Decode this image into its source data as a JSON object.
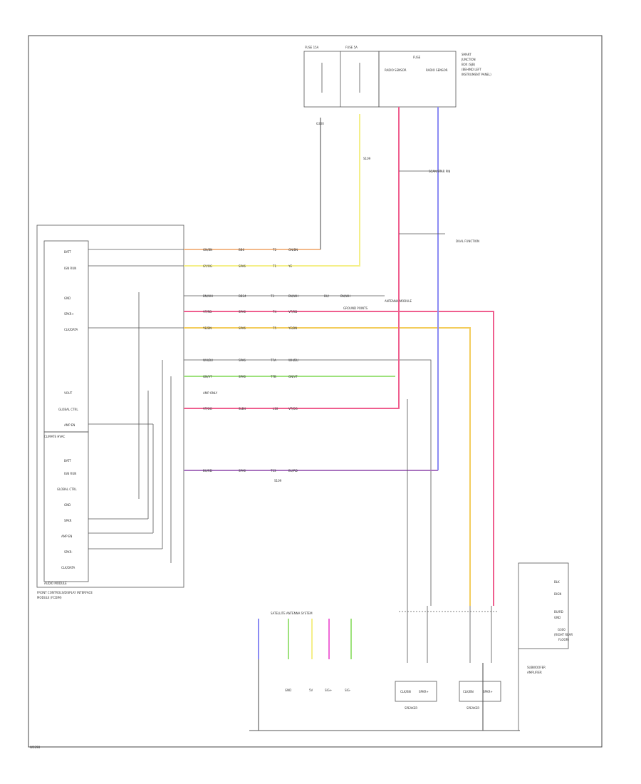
{
  "diagram": {
    "footer_code": "W0298",
    "top_module": {
      "fuse_a": "FUSE 15A",
      "fuse_b": "FUSE 5A",
      "header": "FUSE",
      "relay_a": "RADIO SENSOR",
      "relay_b": "RADIO SENSOR",
      "side_note": [
        "SMART",
        "JUNCTION",
        "BOX (SJB)",
        "(BEHIND LEFT",
        "INSTRUMENT PANEL)"
      ]
    },
    "left_module": {
      "upper_pins": [
        "BATT",
        "IGN RUN",
        "GND",
        "SPKR+",
        "CLK/DATA",
        "VOUT",
        "GLOBAL CTRL",
        "AMP EN"
      ],
      "upper_label": "CLIMATE HVAC",
      "lower_pins": [
        "BATT",
        "IGN RUN",
        "GLOBAL CTRL",
        "GND",
        "SPKR",
        "AMP EN",
        "SPKR-",
        "CLK/DATA"
      ],
      "lower_label": "AUDIO MODULE",
      "bottom_caption": [
        "FRONT CONTROLS/DISPLAY INTERFACE",
        "MODULE (FCDIM)"
      ]
    },
    "wire_labels": {
      "r1": [
        "GN/BN",
        "BB6",
        "T2",
        "GN/BN"
      ],
      "r2": [
        "GY/OG",
        "SPA6",
        "T1",
        "YE"
      ],
      "r3": [
        "BN/WH",
        "BB24",
        "T3",
        "BN/WH",
        "BU/",
        "BN/WH"
      ],
      "r4": [
        "VT/RD",
        "SPA6",
        "T4",
        "VT/RD"
      ],
      "r5": [
        "YE/BN",
        "SPA6",
        "T5",
        "YE/BN"
      ],
      "r6": [
        "WH/BU",
        "SPA6",
        "T7A",
        "WH/BU"
      ],
      "r7": [
        "GN/VT",
        "SPA6",
        "T7B",
        "GN/VT"
      ],
      "r8": [
        "VT/OG",
        "SLB4",
        "L10",
        "VT/OG"
      ],
      "r9": [
        "BU/RD",
        "SPA6",
        "T13",
        "BU/RD"
      ],
      "mid_note": "AMP ONLY",
      "splice": "S109",
      "tag_s": "S109",
      "fuse_note": "SCAN STAR PIN",
      "antenna_note": "ANTENNA MODULE",
      "ground_note": "GROUND POINTS",
      "ground_label": "G300",
      "right_note": "DUAL FUNCTION"
    },
    "bottom": {
      "ant_header": "SATELLITE ANTENNA SYSTEM",
      "ant_columns": [
        "GND",
        "5V",
        "SIG+",
        "SIG-"
      ],
      "speaker_left": [
        "CLK/BN",
        "SPKR+"
      ],
      "speaker_left_label": "SPEAKER",
      "speaker_right": [
        "CLK/BN",
        "SPKR+"
      ],
      "speaker_right_label": "SPEAKER",
      "right_box_label": [
        "SUBWOOFER",
        "AMPLIFIER"
      ],
      "right_box_pins": [
        "BLK",
        "DIGN",
        "BU/RD",
        "GND"
      ],
      "ground_pt": [
        "G300",
        "(RIGHT REAR",
        "FLOOR)"
      ]
    }
  },
  "colors": {
    "orange": "#f3b98a",
    "yellow": "#f4ef8a",
    "magenta": "#ef5f8f",
    "blue": "#8b8bf3",
    "green": "#9ee27d",
    "gold": "#f3cd5d",
    "purple": "#a974bf",
    "pink": "#ef6ad8"
  }
}
